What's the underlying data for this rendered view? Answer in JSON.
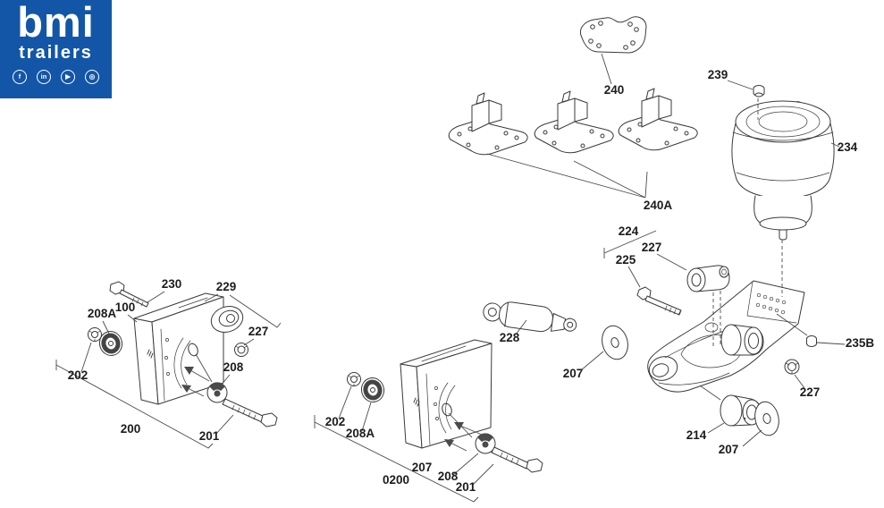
{
  "logo": {
    "brand": "bmi",
    "subtitle": "trailers",
    "brand_color": "#1356a7",
    "social": [
      {
        "name": "facebook",
        "glyph": "f"
      },
      {
        "name": "linkedin",
        "glyph": "in"
      },
      {
        "name": "youtube",
        "glyph": "▶"
      },
      {
        "name": "instagram",
        "glyph": "◎"
      }
    ]
  },
  "diagram": {
    "line_color": "#3a3a3a",
    "label_color": "#1c1c1c",
    "labels": [
      {
        "text": "240"
      },
      {
        "text": "239"
      },
      {
        "text": "234"
      },
      {
        "text": "240A"
      },
      {
        "text": "224"
      },
      {
        "text": "227"
      },
      {
        "text": "225"
      },
      {
        "text": "228"
      },
      {
        "text": "235B"
      },
      {
        "text": "207"
      },
      {
        "text": "227"
      },
      {
        "text": "214"
      },
      {
        "text": "207"
      },
      {
        "text": "230"
      },
      {
        "text": "229"
      },
      {
        "text": "100"
      },
      {
        "text": "208A"
      },
      {
        "text": "227"
      },
      {
        "text": "202"
      },
      {
        "text": "208"
      },
      {
        "text": "200"
      },
      {
        "text": "201"
      },
      {
        "text": "202"
      },
      {
        "text": "208A"
      },
      {
        "text": "207"
      },
      {
        "text": "0200"
      },
      {
        "text": "208"
      },
      {
        "text": "201"
      }
    ]
  }
}
